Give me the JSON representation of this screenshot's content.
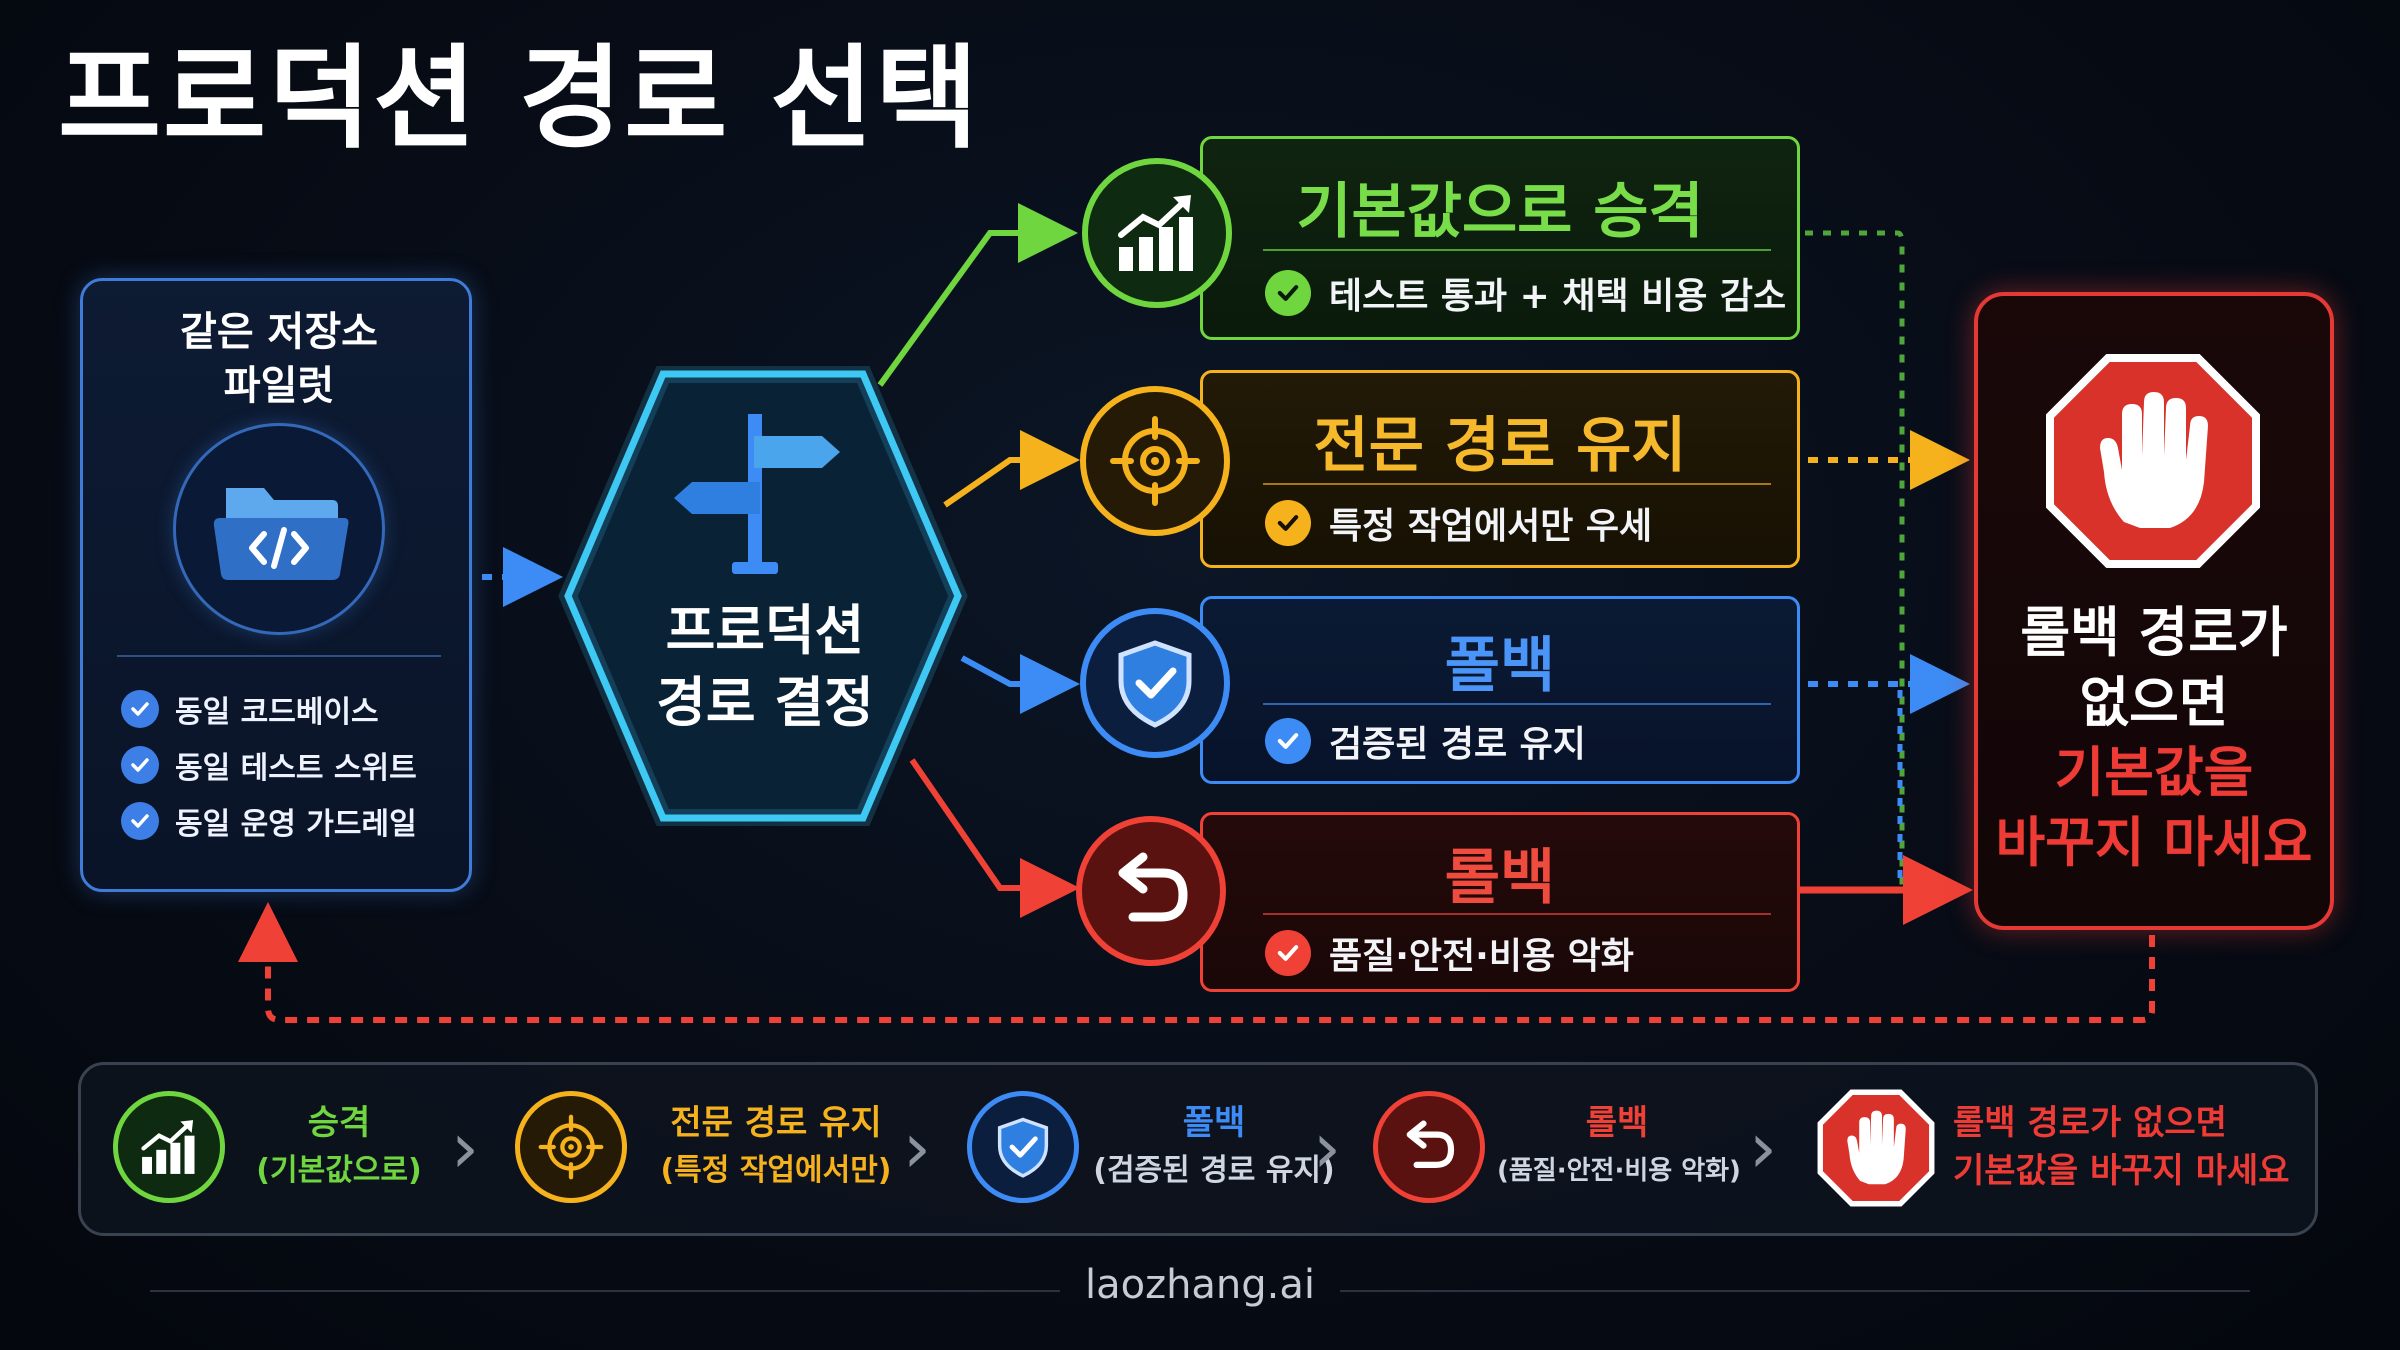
{
  "title": "프로덕션 경로 선택",
  "source": {
    "title_line1": "같은 저장소",
    "title_line2": "파일럿",
    "checks": [
      "동일 코드베이스",
      "동일 테스트 스위트",
      "동일 운영 가드레일"
    ]
  },
  "decision": {
    "line1": "프로덕션",
    "line2": "경로 결정"
  },
  "outcomes": [
    {
      "title": "기본값으로 승격",
      "sub": "테스트 통과 + 채택 비용 감소",
      "color": "#6fd640"
    },
    {
      "title": "전문 경로 유지",
      "sub": "특정 작업에서만 우세",
      "color": "#f5b21c"
    },
    {
      "title": "폴백",
      "sub": "검증된 경로 유지",
      "color": "#3d8cf5"
    },
    {
      "title": "롤백",
      "sub": "품질·안전·비용 악화",
      "color": "#ef4136"
    }
  ],
  "stop": {
    "line1": "롤백 경로가",
    "line2": "없으면",
    "line3": "기본값을",
    "line4": "바꾸지 마세요",
    "color": "#ef3b35"
  },
  "legend": [
    {
      "main": "승격",
      "sub": "(기본값으로)",
      "color": "#6fd640",
      "icon": "chart-up-icon"
    },
    {
      "main": "전문 경로 유지",
      "sub": "(특정 작업에서만)",
      "color": "#f5b21c",
      "icon": "target-icon"
    },
    {
      "main": "폴백",
      "sub": "(검증된 경로 유지)",
      "color": "#3d8cf5",
      "icon": "shield-check-icon"
    },
    {
      "main": "롤백",
      "sub": "(품질·안전·비용 악화)",
      "color": "#ef4136",
      "icon": "undo-arrow-icon"
    },
    {
      "main": "롤백 경로가 없으면",
      "sub": "기본값을 바꾸지 마세요",
      "color": "#ef3b35",
      "icon": "stop-hand-icon"
    }
  ],
  "footer": "laozhang.ai"
}
